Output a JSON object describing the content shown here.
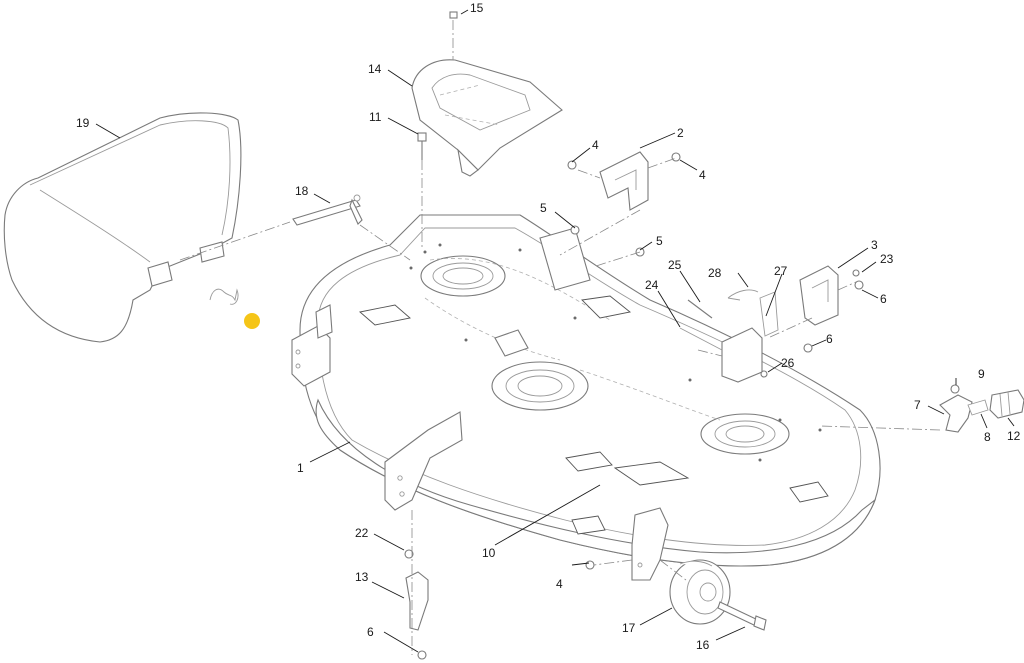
{
  "diagram": {
    "callouts": [
      {
        "id": "c1",
        "text": "1"
      },
      {
        "id": "c2",
        "text": "2"
      },
      {
        "id": "c3",
        "text": "3"
      },
      {
        "id": "c4a",
        "text": "4"
      },
      {
        "id": "c4b",
        "text": "4"
      },
      {
        "id": "c4c",
        "text": "4"
      },
      {
        "id": "c5a",
        "text": "5"
      },
      {
        "id": "c5b",
        "text": "5"
      },
      {
        "id": "c6a",
        "text": "6"
      },
      {
        "id": "c6b",
        "text": "6"
      },
      {
        "id": "c6c",
        "text": "6"
      },
      {
        "id": "c7",
        "text": "7"
      },
      {
        "id": "c8",
        "text": "8"
      },
      {
        "id": "c9",
        "text": "9"
      },
      {
        "id": "c10",
        "text": "10"
      },
      {
        "id": "c11",
        "text": "11"
      },
      {
        "id": "c12",
        "text": "12"
      },
      {
        "id": "c13",
        "text": "13"
      },
      {
        "id": "c14",
        "text": "14"
      },
      {
        "id": "c15",
        "text": "15"
      },
      {
        "id": "c16",
        "text": "16"
      },
      {
        "id": "c17",
        "text": "17"
      },
      {
        "id": "c18",
        "text": "18"
      },
      {
        "id": "c19",
        "text": "19"
      },
      {
        "id": "c22",
        "text": "22"
      },
      {
        "id": "c23",
        "text": "23"
      },
      {
        "id": "c24",
        "text": "24"
      },
      {
        "id": "c25",
        "text": "25"
      },
      {
        "id": "c26",
        "text": "26"
      },
      {
        "id": "c27",
        "text": "27"
      },
      {
        "id": "c28",
        "text": "28"
      }
    ],
    "highlight_color": "#f5c518",
    "line_color": "#7a7a7a"
  }
}
